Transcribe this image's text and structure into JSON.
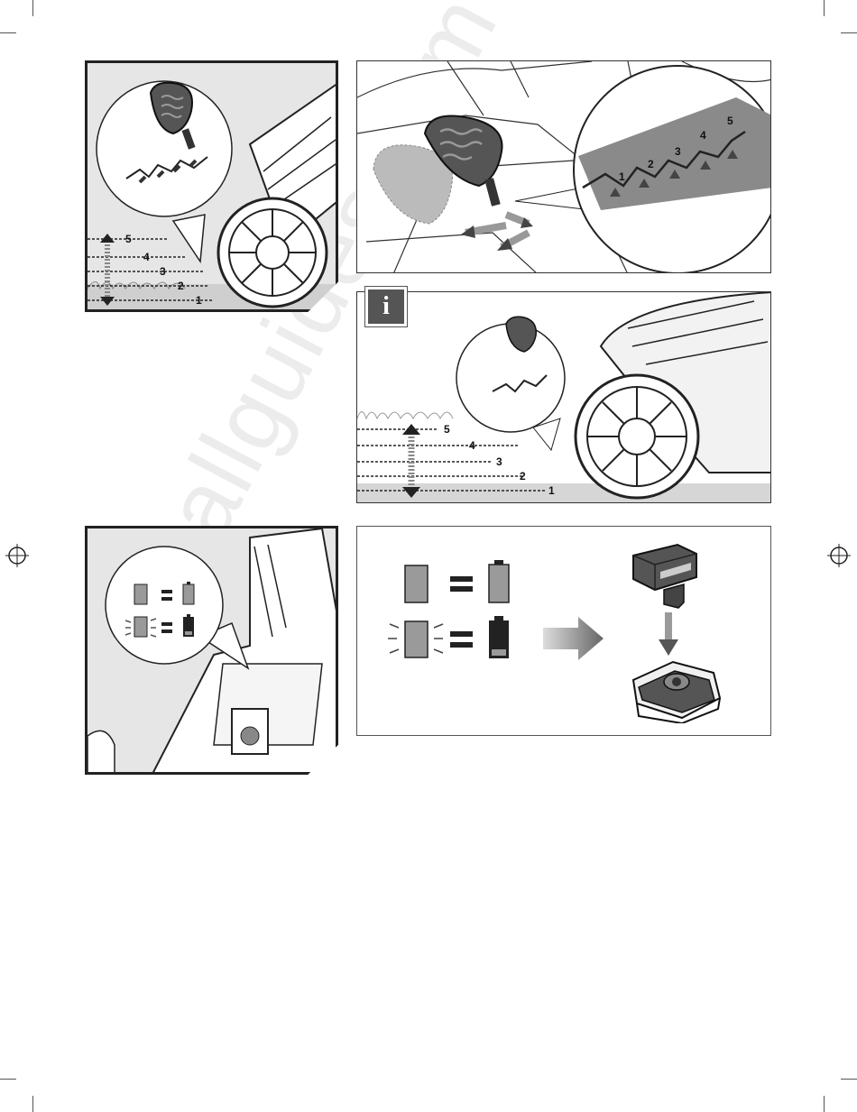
{
  "watermark": "allguides.com",
  "height_labels": [
    "5",
    "4",
    "3",
    "2",
    "1"
  ],
  "lever_scale_labels": [
    "1",
    "2",
    "3",
    "4",
    "5"
  ],
  "info_badge": "i",
  "icon_names": {
    "lever": "height-adjust-lever-icon",
    "wheel": "mower-wheel-icon",
    "battery_full": "battery-full-icon",
    "battery_low": "battery-low-icon",
    "battery_pack": "battery-pack-icon",
    "charger": "charger-icon"
  },
  "colors": {
    "ink": "#1a1a1a",
    "grey_fill": "#9a9a9a",
    "highlight": "#8a8a8a"
  }
}
